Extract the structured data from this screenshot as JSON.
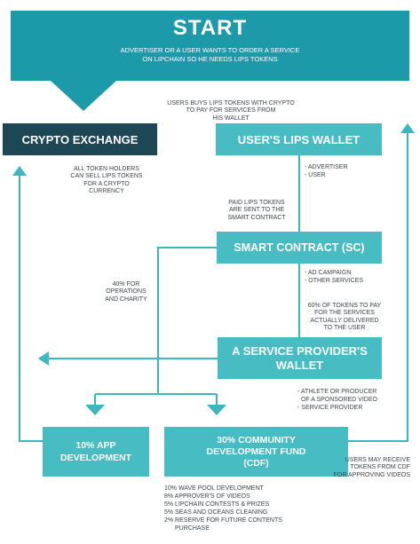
{
  "colors": {
    "start_bg": "#1c9aa9",
    "box_teal": "#47bdc3",
    "box_dark": "#1d4755",
    "line": "#3bb7be",
    "text_dark": "#2c3a40"
  },
  "start": {
    "title": "START",
    "subtitle_lines": [
      "ADVERTISER OR A USER WANTS TO ORDER A SERVICE",
      "ON LIPCHAIN SO HE NEEDS LIPS TOKENS"
    ]
  },
  "notes": {
    "buy_tokens": [
      "USERS BUYS LIPS TOKENS WITH CRYPTO",
      "TO PAY FOR SERVICES FROM",
      "HIS WALLET"
    ],
    "sell_tokens": [
      "ALL TOKEN HOLDERS",
      "CAN SELL LIPS TOKENS",
      "FOR A CRYPTO",
      "CURRENCY"
    ],
    "paid_tokens": [
      "PAID LIPS TOKENS",
      "ARE SENT TO THE",
      "SMART CONTRACT"
    ],
    "forty_percent": [
      "40% FOR",
      "OPERATIONS",
      "AND CHARITY"
    ],
    "sixty_percent": [
      "60% OF TOKENS TO PAY",
      "FOR THE SERVICES",
      "ACTUALLY DELIVERED",
      "TO THE USER"
    ],
    "cdf_receive": [
      "USERS MAY RECEIVE",
      "TOKENS FROM CDF",
      "FOR APPROVING VIDEOS"
    ]
  },
  "boxes": {
    "crypto_exchange": "CRYPTO EXCHANGE",
    "lips_wallet": "USER'S LIPS WALLET",
    "smart_contract": "SMART CONTRACT (SC)",
    "provider_wallet": [
      "A SERVICE PROVIDER'S",
      "WALLET"
    ],
    "app_dev": [
      "10% APP",
      "DEVELOPMENT"
    ],
    "cdf": [
      "30% COMMUNITY",
      "DEVELOPMENT FUND",
      "(CDF)"
    ]
  },
  "lists": {
    "wallet_users": [
      "- ADVERTISER",
      "- USER"
    ],
    "sc_services": [
      "- AD CAMPAIGN",
      "- OTHER SERVICES"
    ],
    "providers": [
      "- ATHLETE OR PRODUCER",
      "OF A SPONSORED VIDEO",
      "- SERVICE PROVIDER"
    ],
    "cdf_breakdown": [
      "10% WAVE POOL DEVELOPMENT",
      "8% APPROVER'S OF VIDEOS",
      "5% LIPCHAIN CONTESTS & PRIZES",
      "5% SEAS AND OCEANS CLEANING",
      "2% RESERVE FOR FUTURE CONTENTS",
      "PURCHASE"
    ]
  }
}
